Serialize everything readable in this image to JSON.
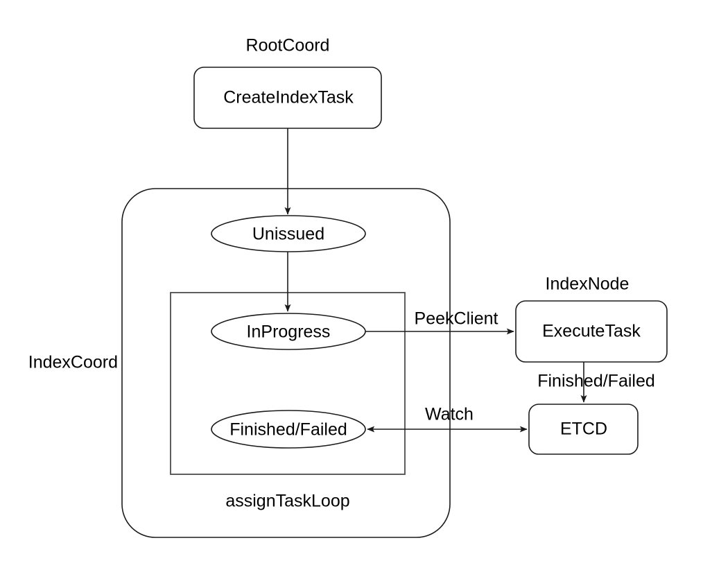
{
  "diagram": {
    "type": "flow-diagram",
    "background_color": "#ffffff",
    "stroke_color": "#1a1a1a",
    "group_stroke_color": "#4d4d4d",
    "text_color": "#000000",
    "groups": [
      {
        "id": "rootcoord",
        "label": "RootCoord"
      },
      {
        "id": "indexcoord",
        "label": "IndexCoord"
      },
      {
        "id": "assigntaskloop",
        "label": "assignTaskLoop"
      },
      {
        "id": "indexnode",
        "label": "IndexNode"
      }
    ],
    "nodes": [
      {
        "id": "create-index-task",
        "label": "CreateIndexTask",
        "shape": "rounded-rect"
      },
      {
        "id": "unissued",
        "label": "Unissued",
        "shape": "ellipse"
      },
      {
        "id": "inprogress",
        "label": "InProgress",
        "shape": "ellipse"
      },
      {
        "id": "finished-failed",
        "label": "Finished/Failed",
        "shape": "ellipse"
      },
      {
        "id": "execute-task",
        "label": "ExecuteTask",
        "shape": "rounded-rect"
      },
      {
        "id": "etcd",
        "label": "ETCD",
        "shape": "rounded-rect"
      }
    ],
    "edges": [
      {
        "id": "edge-create-to-unissued",
        "from": "create-index-task",
        "to": "unissued",
        "label": "",
        "direction": "forward"
      },
      {
        "id": "edge-unissued-to-inprogress",
        "from": "unissued",
        "to": "inprogress",
        "label": "",
        "direction": "forward"
      },
      {
        "id": "edge-inprogress-to-executetask",
        "from": "inprogress",
        "to": "execute-task",
        "label": "PeekClient",
        "direction": "forward"
      },
      {
        "id": "edge-executetask-to-etcd",
        "from": "execute-task",
        "to": "etcd",
        "label": "Finished/Failed",
        "direction": "forward"
      },
      {
        "id": "edge-etcd-to-finishedfailed",
        "from": "etcd",
        "to": "finished-failed",
        "label": "Watch",
        "direction": "both"
      }
    ]
  }
}
